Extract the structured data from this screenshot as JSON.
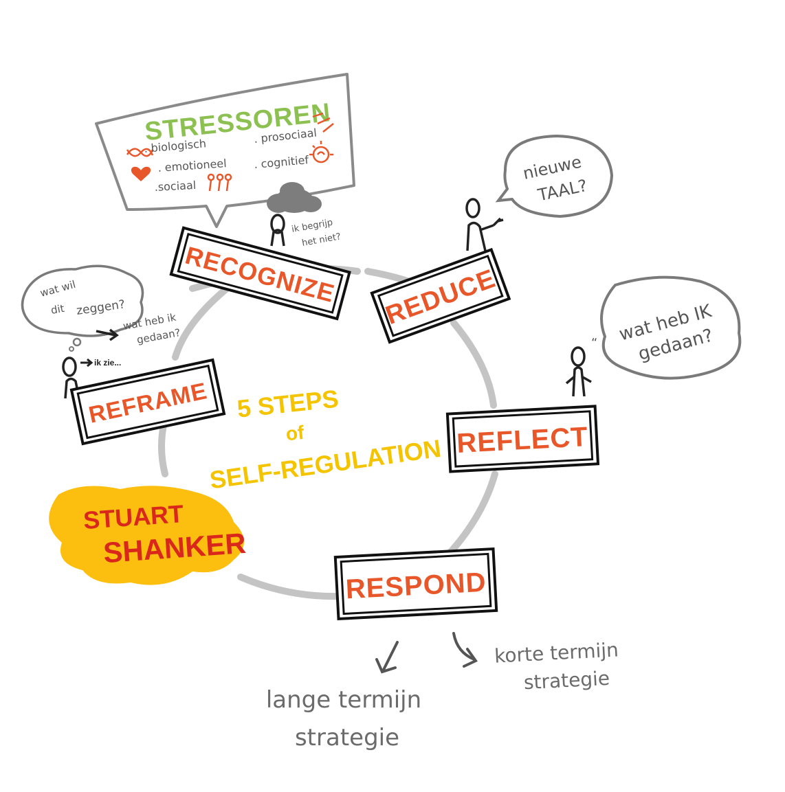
{
  "title": {
    "line1": "5 STEPS",
    "line2": "of",
    "line3": "SELF-REGULATION"
  },
  "author": {
    "line1": "STUART",
    "line2": "SHANKER"
  },
  "steps": {
    "recognize": "RECOGNIZE",
    "reduce": "REDUCE",
    "reflect": "REFLECT",
    "respond": "RESPOND",
    "reframe": "REFRAME"
  },
  "stressoren": {
    "title": "STRESSOREN",
    "items": {
      "biologisch": ". biologisch",
      "emotioneel": ". emotioneel",
      "sociaal": ".sociaal",
      "prosociaal": ". prosociaal",
      "cognitief": ". cognitief"
    }
  },
  "bubbles": {
    "recognize_note_line1": "ik begrijp",
    "recognize_note_line2": "het niet?",
    "reduce_line1": "nieuwe",
    "reduce_line2": "TAAL?",
    "reflect_line1": "wat heb IK",
    "reflect_line2": "gedaan?",
    "reframe_thought_line1": "wat wil",
    "reframe_thought_line2": "dit",
    "reframe_thought_line3": "zeggen?",
    "reframe_followup_line1": "wat heb ik",
    "reframe_followup_line2": "gedaan?",
    "reframe_ikzie": "ik zie..."
  },
  "respond_outcomes": {
    "long_line1": "lange termijn",
    "long_line2": "strategie",
    "short_line1": "korte termijn",
    "short_line2": "strategie"
  },
  "colors": {
    "sign_text": "#e8572a",
    "title": "#f5c400",
    "author_blob": "#fcbf0f",
    "author_text": "#d9271c",
    "stressoren_title": "#8cc152",
    "cycle_line": "#c4c4c4",
    "bubble_outline": "#7a7a7a",
    "cloud": "#7d7d7d"
  },
  "icons": [
    "dna-icon",
    "heart-icon",
    "people-icon",
    "handshake-icon",
    "brain-icon",
    "cloud-icon",
    "person-icon",
    "arrow-icon"
  ]
}
